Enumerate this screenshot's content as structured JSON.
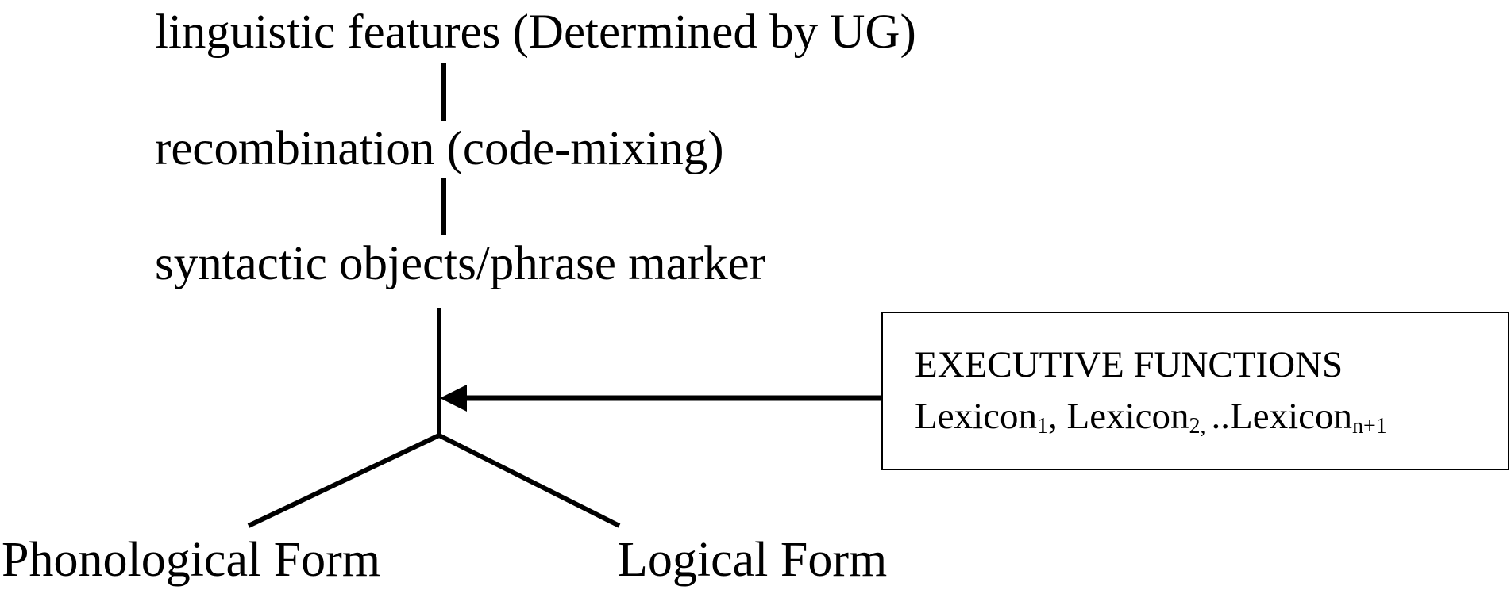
{
  "nodes": {
    "features": "linguistic features (Determined by UG)",
    "recombination": "recombination (code-mixing)",
    "syntactic": "syntactic objects/phrase marker",
    "phonological": "Phonological Form",
    "logical": "Logical Form"
  },
  "executive_box": {
    "title": "EXECUTIVE FUNCTIONS",
    "lexicon_word": "Lexicon",
    "sub1": "1",
    "sep1": ", ",
    "sub2": "2, ",
    "sep2": "..",
    "subn": "n+1"
  },
  "colors": {
    "line": "#000000",
    "text": "#000000",
    "background": "#ffffff"
  }
}
